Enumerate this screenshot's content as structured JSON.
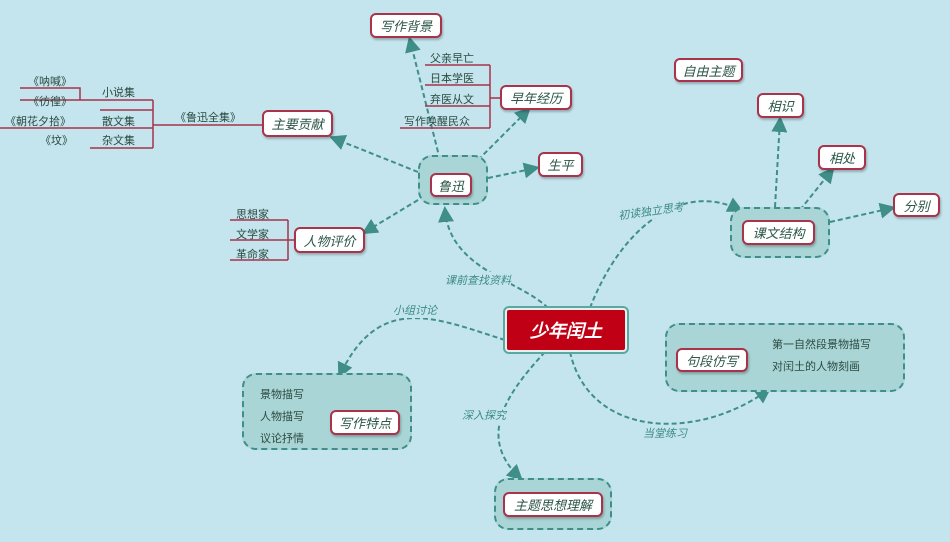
{
  "center": "少年闰土",
  "luxun": {
    "label": "鲁迅",
    "background": "写作背景",
    "early": "早年经历",
    "early_items": [
      "父亲早亡",
      "日本学医",
      "弃医从文",
      "写作唤醒民众"
    ],
    "life": "生平",
    "contribution": "主要贡献",
    "works": "《鲁迅全集》",
    "collections": [
      {
        "label": "小说集",
        "books": [
          "《呐喊》",
          "《彷徨》"
        ]
      },
      {
        "label": "散文集",
        "books": [
          "《朝花夕拾》"
        ]
      },
      {
        "label": "杂文集",
        "books": [
          "《坟》"
        ]
      }
    ],
    "evaluation": "人物评价",
    "eval_items": [
      "思想家",
      "文学家",
      "革命家"
    ]
  },
  "structure": {
    "label": "课文结构",
    "items": [
      "相识",
      "相处",
      "分别"
    ]
  },
  "free_topic": "自由主题",
  "imitation": {
    "label": "句段仿写",
    "items": [
      "第一自然段景物描写",
      "对闰土的人物刻画"
    ]
  },
  "features": {
    "label": "写作特点",
    "items": [
      "景物描写",
      "人物描写",
      "议论抒情"
    ]
  },
  "theme": "主题思想理解",
  "edges": {
    "prep": "课前查找资料",
    "group": "小组讨论",
    "read": "初读独立思考",
    "explore": "深入探究",
    "practice": "当堂练习"
  }
}
